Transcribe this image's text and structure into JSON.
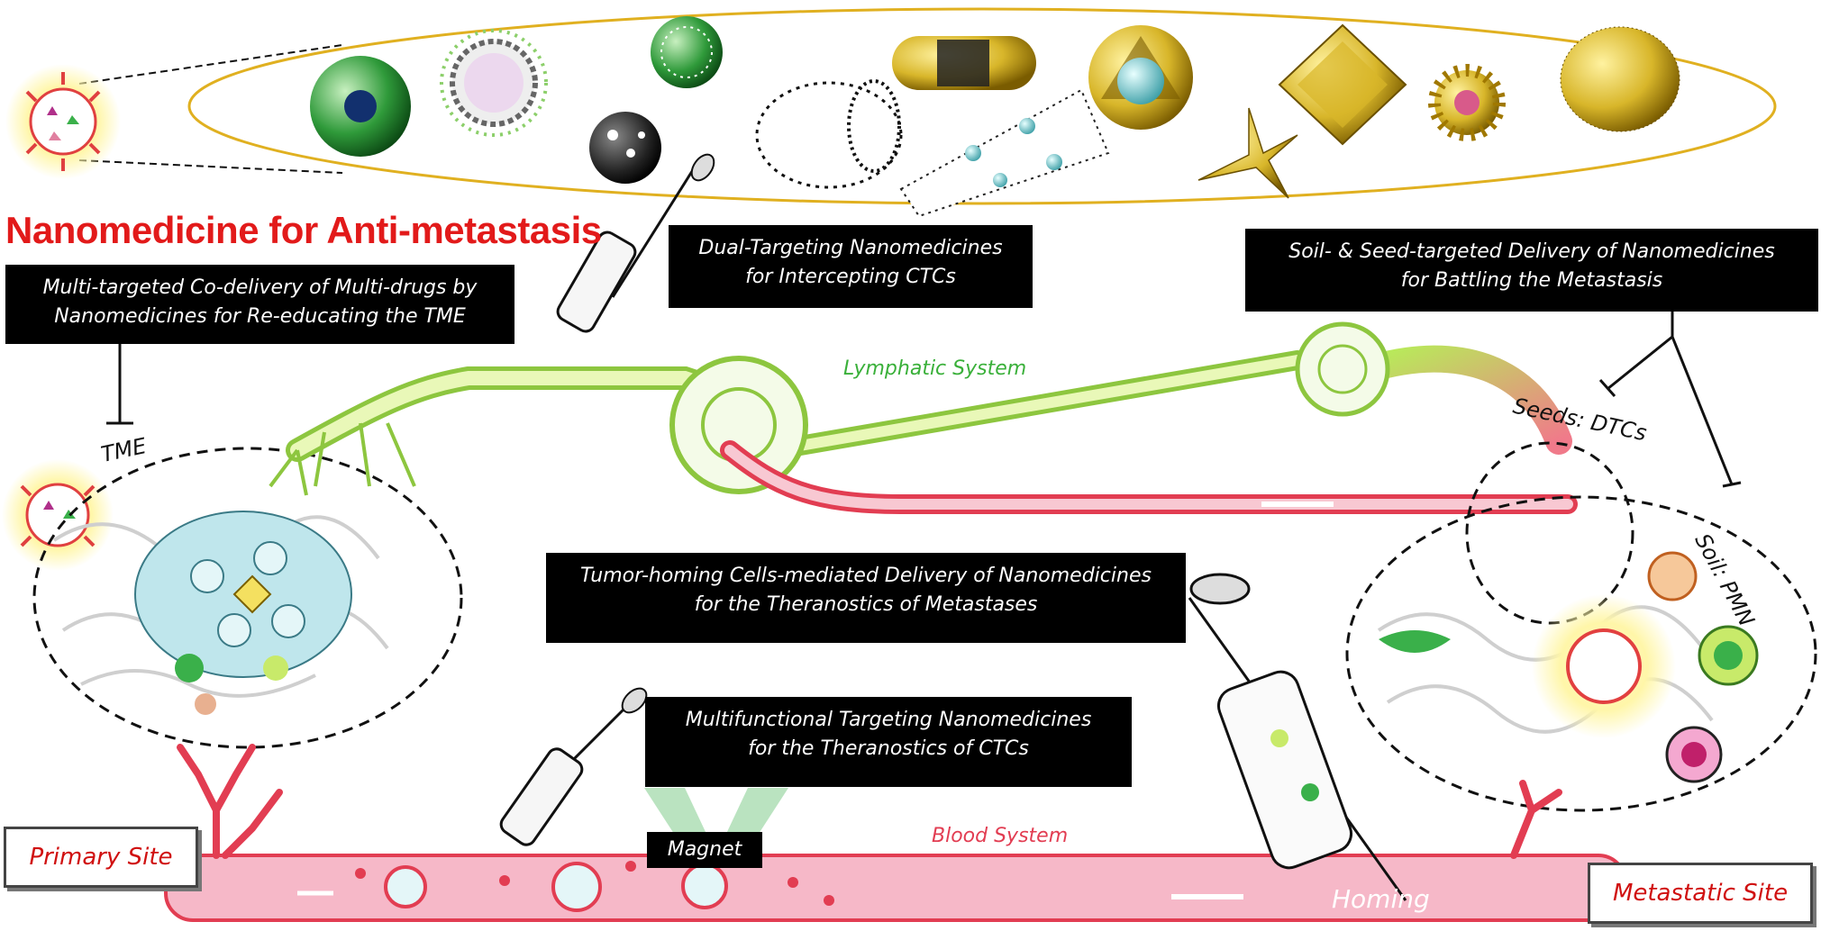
{
  "title": "Nanomedicine for Anti-metastasis",
  "boxes": {
    "multi_targeted": "Multi-targeted Co-delivery of Multi-drugs by\nNanomedicines for Re-educating the TME",
    "dual_targeting": "Dual-Targeting Nanomedicines\nfor Intercepting CTCs",
    "soil_seed": "Soil- & Seed-targeted Delivery of Nanomedicines\nfor Battling the Metastasis",
    "tumor_homing": "Tumor-homing Cells-mediated Delivery of Nanomedicines\nfor the Theranostics of Metastases",
    "multifunctional": "Multifunctional Targeting Nanomedicines\nfor the Theranostics of CTCs"
  },
  "labels": {
    "lymphatic": "Lymphatic System",
    "blood": "Blood System",
    "tme": "TME",
    "seeds": "Seeds: DTCs",
    "soil": "Soil: PMN",
    "magnet": "Magnet",
    "homing": "Homing",
    "primary": "Primary Site",
    "metastatic": "Metastatic Site"
  },
  "colors": {
    "title_red": "#e21a1a",
    "lymph_green": "#a8e04a",
    "blood_pink": "#f6b8c8",
    "vessel_red": "#e23d52",
    "cell_blue": "#bfe6ec",
    "gold": "#d8b62a"
  }
}
